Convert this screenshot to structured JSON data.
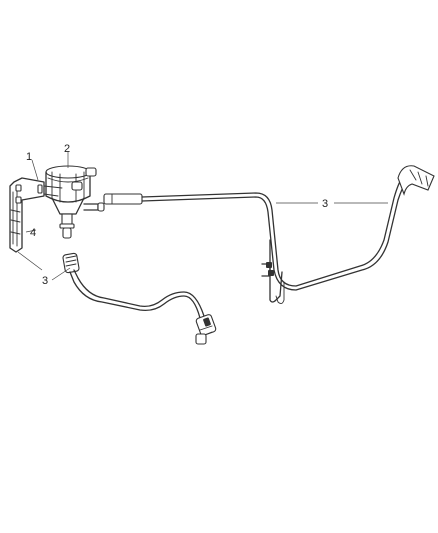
{
  "callouts": [
    {
      "id": "1",
      "label": "1"
    },
    {
      "id": "2",
      "label": "2"
    },
    {
      "id": "3a",
      "label": "3"
    },
    {
      "id": "3b",
      "label": "3"
    },
    {
      "id": "4",
      "label": "4"
    }
  ],
  "colors": {
    "line": "#333333",
    "background": "#ffffff"
  }
}
